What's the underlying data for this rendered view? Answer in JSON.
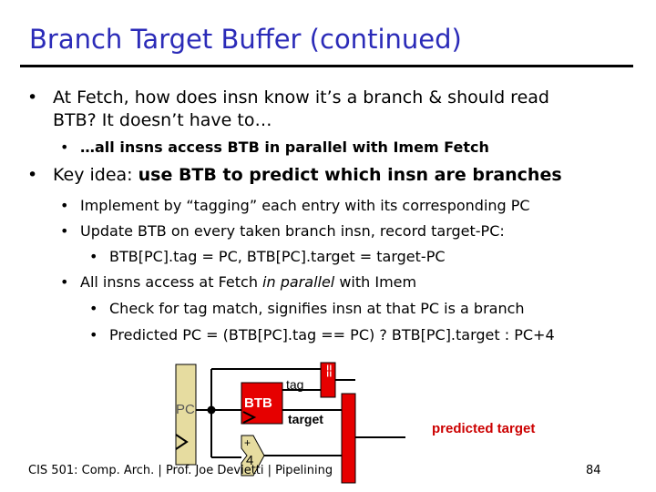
{
  "slide": {
    "title": "Branch Target Buffer (continued)",
    "bullets": {
      "b1_line1": "At Fetch, how does insn know it’s a branch & should read",
      "b1_line2": "BTB?   It doesn’t have to…",
      "b1_sub": "…all insns access BTB in parallel with Imem Fetch",
      "b2_prefix": "Key idea: ",
      "b2_bold": "use BTB to predict which insn are branches",
      "s1": "Implement by “tagging” each entry with its corresponding PC",
      "s2": "Update BTB on every taken branch insn, record target-PC:",
      "s2a": "BTB[PC].tag = PC, BTB[PC].target = target-PC",
      "s3_pre": "All insns access at Fetch ",
      "s3_ital": "in parallel",
      "s3_post": " with Imem",
      "s3a": "Check for tag match, signifies insn at that PC is a branch",
      "s3b": "Predicted PC = (BTB[PC].tag == PC) ? BTB[PC].target : PC+4"
    },
    "bullet_char": "•",
    "diagram": {
      "pc_label": "PC",
      "btb_label": "BTB",
      "tag_label": "tag",
      "target_label": "target",
      "plus_label": "+",
      "four_label": "4",
      "eq_label": "==",
      "predicted_label": "predicted target"
    },
    "footer": {
      "left": "CIS 501: Comp. Arch.  |  Prof. Joe Devietti  |  Pipelining",
      "page": "84"
    },
    "colors": {
      "title": "#2b2bb8",
      "predicted_label": "#cc0000",
      "btb_box": "#e60000",
      "pc_box": "#e6dca0"
    }
  }
}
